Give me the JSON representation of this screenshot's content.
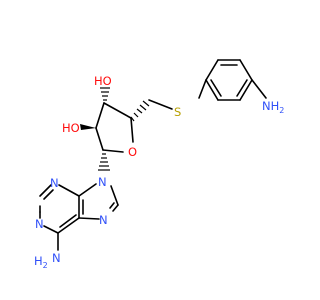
{
  "molecule": {
    "atom_labels": {
      "nh2_top": "NH",
      "nh2_top_sub": "2",
      "sulfur": "S",
      "ho_upper": "HO",
      "ho_lower": "HO",
      "ring_oxygen": "O",
      "n9": "N",
      "n7": "N",
      "n3": "N",
      "n1": "N",
      "nh2_bottom": "H",
      "nh2_bottom_sub": "2",
      "nh2_bottom_n": "N"
    },
    "colors": {
      "bond": "#000000",
      "nitrogen": "#3050F8",
      "oxygen": "#FF0D0D",
      "sulfur": "#B8A000"
    }
  }
}
